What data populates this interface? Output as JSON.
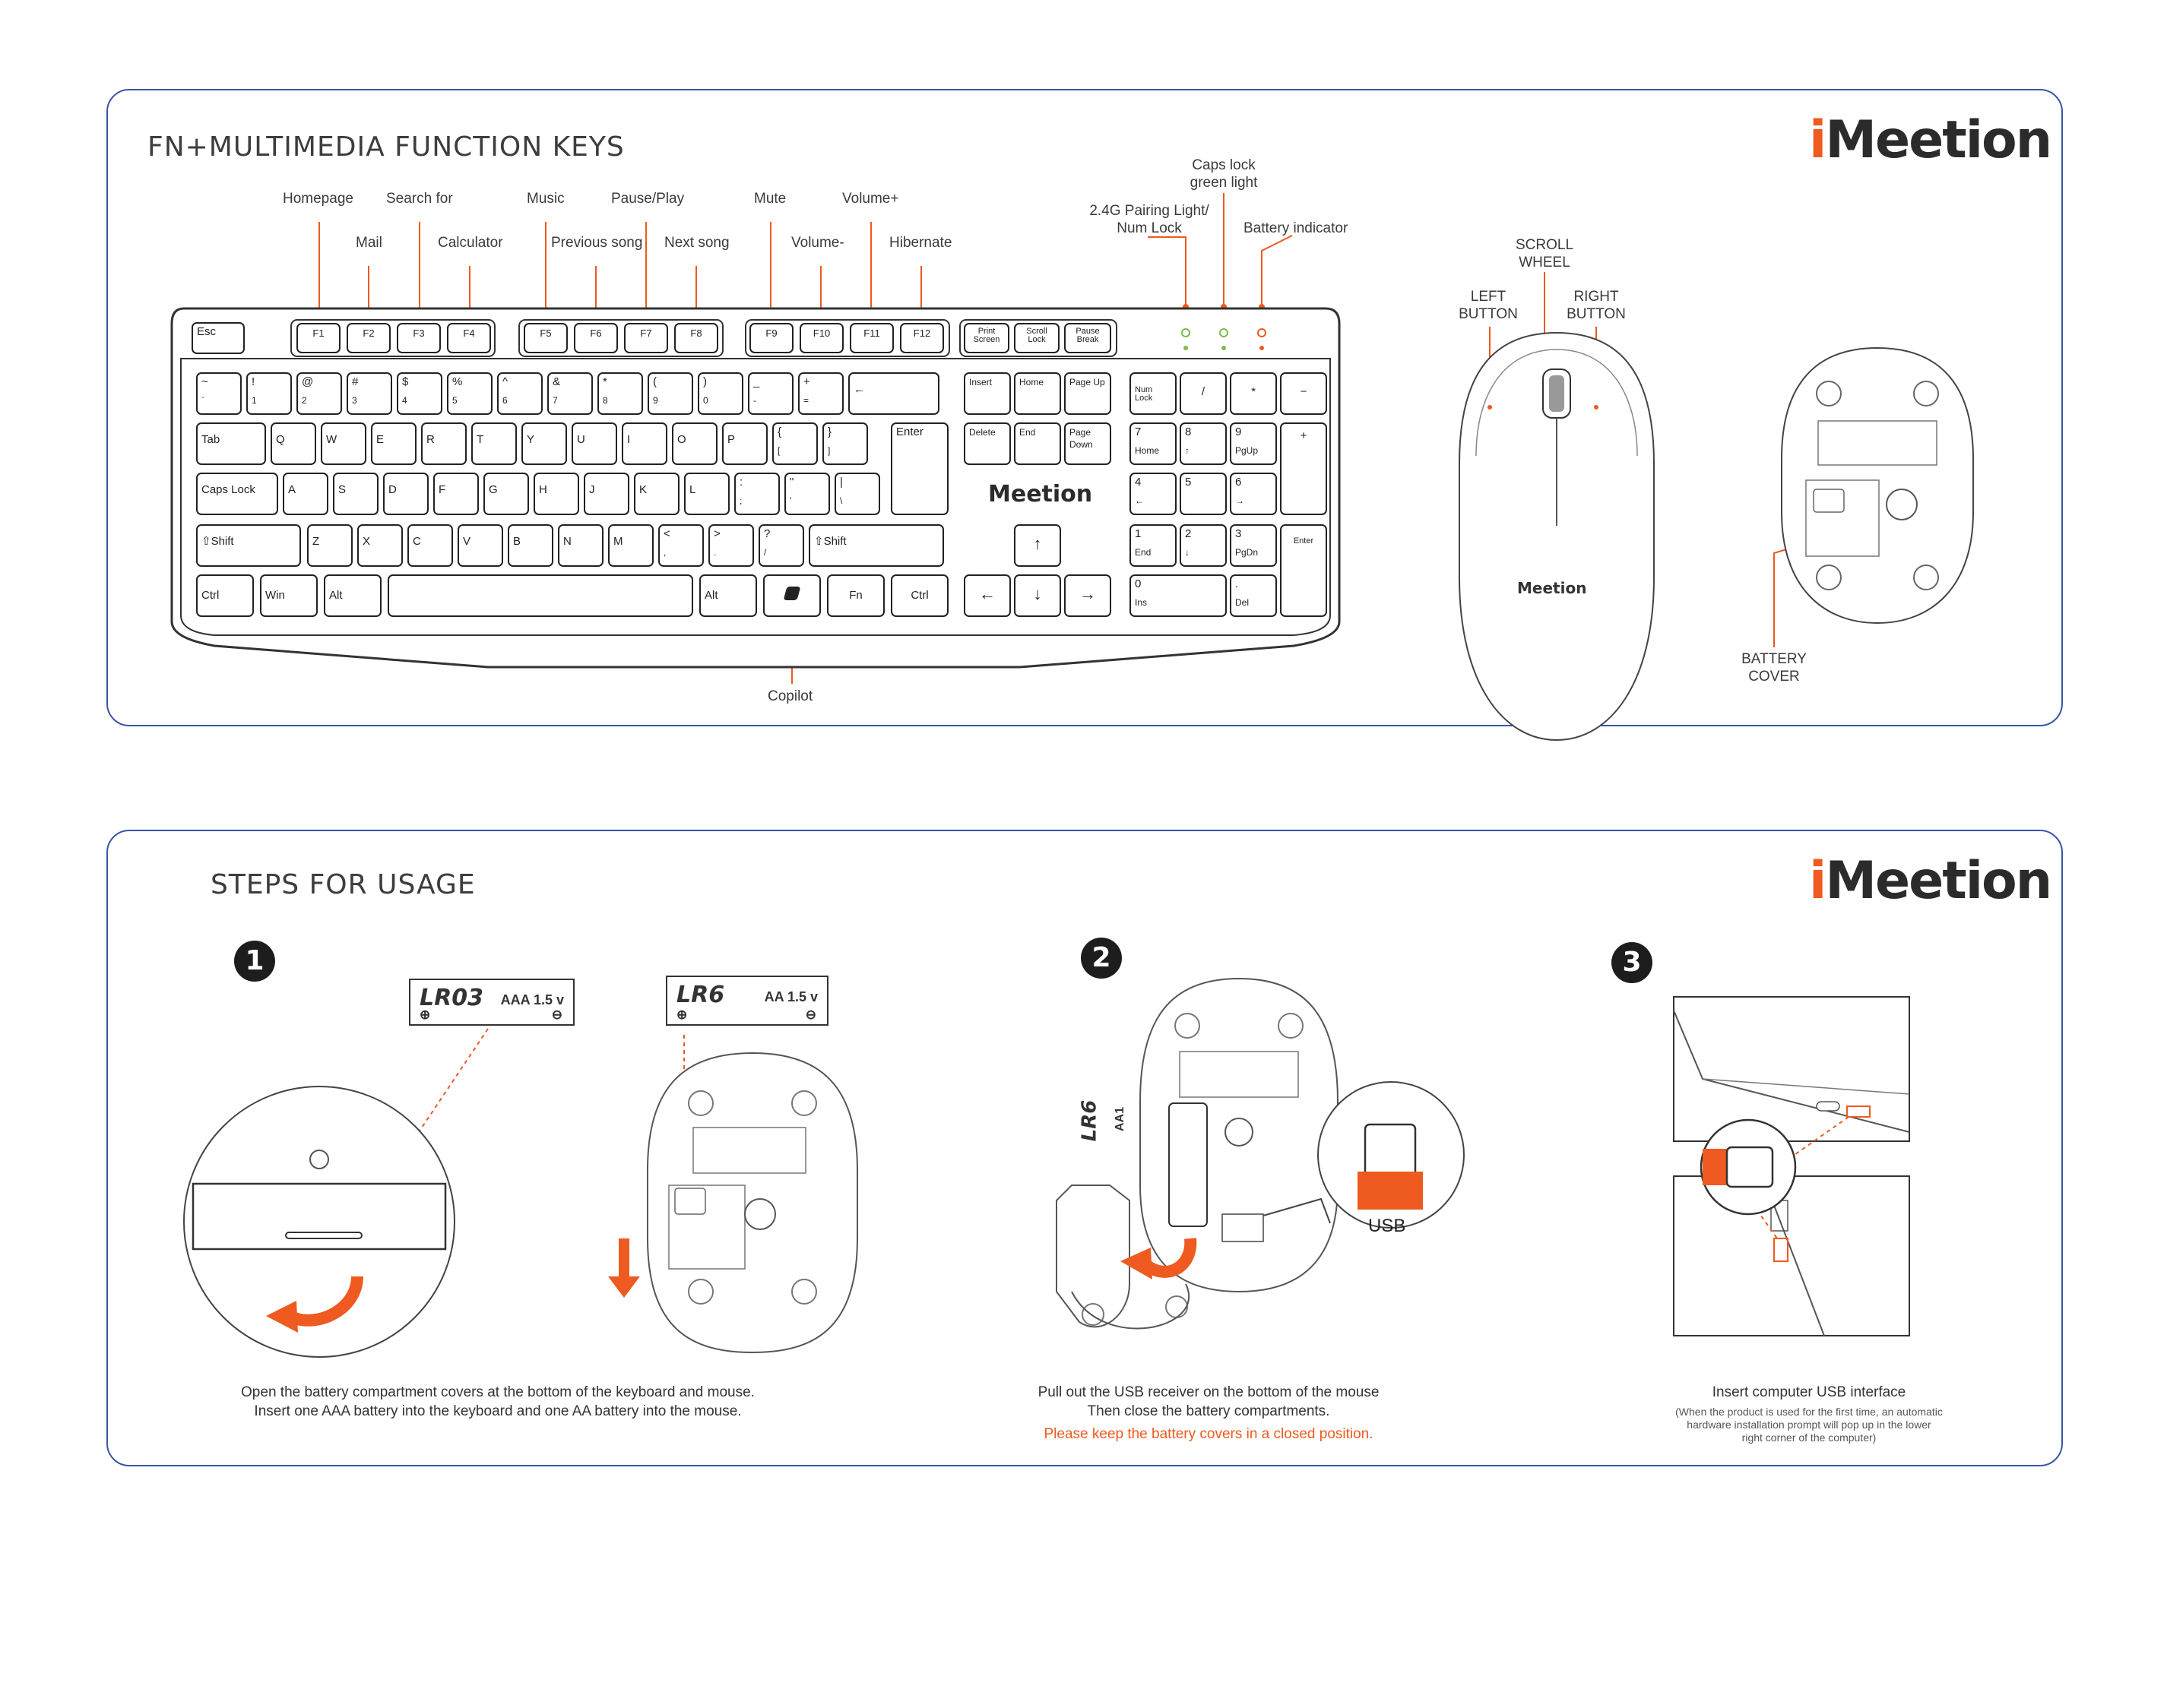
{
  "colors": {
    "accent": "#ee5a1f",
    "border": "#3a55a3",
    "text": "#333333"
  },
  "brand": {
    "part1": "i",
    "part2": "Meetion"
  },
  "panel1": {
    "title": "FN+MULTIMEDIA FUNCTION KEYS",
    "labels": {
      "homepage": "Homepage",
      "mail": "Mail",
      "search": "Search for",
      "calculator": "Calculator",
      "music": "Music",
      "previous": "Previous song",
      "pause_play": "Pause/Play",
      "next": "Next song",
      "mute": "Mute",
      "volume_down": "Volume-",
      "volume_up": "Volume+",
      "hibernate": "Hibernate",
      "caps_light_1": "Caps lock",
      "caps_light_2": "green light",
      "pairing_1": "2.4G Pairing Light/",
      "pairing_2": "Num Lock",
      "battery_indicator": "Battery indicator",
      "copilot": "Copilot",
      "scroll_1": "SCROLL",
      "scroll_2": "WHEEL",
      "left_1": "LEFT",
      "left_2": "BUTTON",
      "right_1": "RIGHT",
      "right_2": "BUTTON",
      "cover_1": "BATTERY",
      "cover_2": "COVER"
    },
    "keys": {
      "esc": "Esc",
      "f1": "F1",
      "f2": "F2",
      "f3": "F3",
      "f4": "F4",
      "f5": "F5",
      "f6": "F6",
      "f7": "F7",
      "f8": "F8",
      "f9": "F9",
      "f10": "F10",
      "f11": "F11",
      "f12": "F12",
      "print": "Print Screen",
      "scroll": "Scroll Lock",
      "pause": "Pause Break",
      "tilde": "~",
      "tilde_b": "`",
      "n1": "!",
      "n1b": "1",
      "n2": "@",
      "n2b": "2",
      "n3": "#",
      "n3b": "3",
      "n4": "$",
      "n4b": "4",
      "n5": "%",
      "n5b": "5",
      "n6": "^",
      "n6b": "6",
      "n7": "&",
      "n7b": "7",
      "n8": "*",
      "n8b": "8",
      "n9": "(",
      "n9b": "9",
      "n0": ")",
      "n0b": "0",
      "minus": "_",
      "minus_b": "-",
      "plus": "+",
      "plus_b": "=",
      "backspace": "←",
      "tab": "Tab",
      "q": "Q",
      "w": "W",
      "e": "E",
      "r": "R",
      "t": "T",
      "y": "Y",
      "u": "U",
      "i": "I",
      "o": "O",
      "p": "P",
      "lbr": "{",
      "lbr_b": "[",
      "rbr": "}",
      "rbr_b": "]",
      "enter": "Enter",
      "caps": "Caps Lock",
      "a": "A",
      "s": "S",
      "d": "D",
      "f": "F",
      "g": "G",
      "h": "H",
      "j": "J",
      "k": "K",
      "l": "L",
      "semi": ":",
      "semi_b": ";",
      "quote": "\"",
      "quote_b": "'",
      "pipe": "|",
      "pipe_b": "\\",
      "lshift": "⇧Shift",
      "z": "Z",
      "x": "X",
      "c": "C",
      "v": "V",
      "b": "B",
      "n": "N",
      "m": "M",
      "lt": "<",
      "lt_b": ",",
      "gt": ">",
      "gt_b": ".",
      "qm": "?",
      "qm_b": "/",
      "rshift": "⇧Shift",
      "ctrl": "Ctrl",
      "win": "Win",
      "alt": "Alt",
      "ralt": "Alt",
      "fn": "Fn",
      "rctrl": "Ctrl",
      "insert": "Insert",
      "home": "Home",
      "pgup": "Page Up",
      "delete": "Delete",
      "end": "End",
      "pgdn": "Page Down",
      "up": "↑",
      "left": "←",
      "down": "↓",
      "right": "→",
      "numlock": "Num Lock",
      "div": "/",
      "mul": "*",
      "sub": "−",
      "add": "+",
      "k7": "7",
      "k7b": "Home",
      "k8": "8",
      "k8b": "↑",
      "k9": "9",
      "k9b": "PgUp",
      "k4": "4",
      "k4b": "←",
      "k5": "5",
      "k6": "6",
      "k6b": "→",
      "k1": "1",
      "k1b": "End",
      "k2": "2",
      "k2b": "↓",
      "k3": "3",
      "k3b": "PgDn",
      "k0": "0",
      "k0b": "Ins",
      "dot": ".",
      "dotb": "Del",
      "numenter": "Enter"
    },
    "keyboard_brand": "Meetion",
    "mouse_brand": "Meetion"
  },
  "panel2": {
    "title": "STEPS FOR USAGE",
    "steps": [
      {
        "num": "1",
        "caption_1": "Open the battery compartment covers at the bottom of the keyboard and mouse.",
        "caption_2": "Insert one AAA battery into the keyboard and one AA battery into the mouse."
      },
      {
        "num": "2",
        "caption_1": "Pull out the USB receiver on the bottom of the mouse",
        "caption_2": "Then close the battery compartments.",
        "warning": "Please keep the battery covers in a closed position."
      },
      {
        "num": "3",
        "caption_1": "Insert computer USB interface",
        "note_1": "(When the product is used for the first time, an automatic",
        "note_2": "hardware installation prompt will pop up in the lower",
        "note_3": "right corner of the computer)"
      }
    ],
    "battery_aaa": {
      "name": "LR03",
      "spec": "AAA 1.5 v",
      "plus": "⊕",
      "minus": "⊖"
    },
    "battery_aa": {
      "name": "LR6",
      "spec": "AA 1.5 v",
      "plus": "⊕",
      "minus": "⊖"
    },
    "battery_in_mouse": {
      "name": "LR6",
      "spec": "AA1"
    },
    "usb_label": "USB"
  }
}
